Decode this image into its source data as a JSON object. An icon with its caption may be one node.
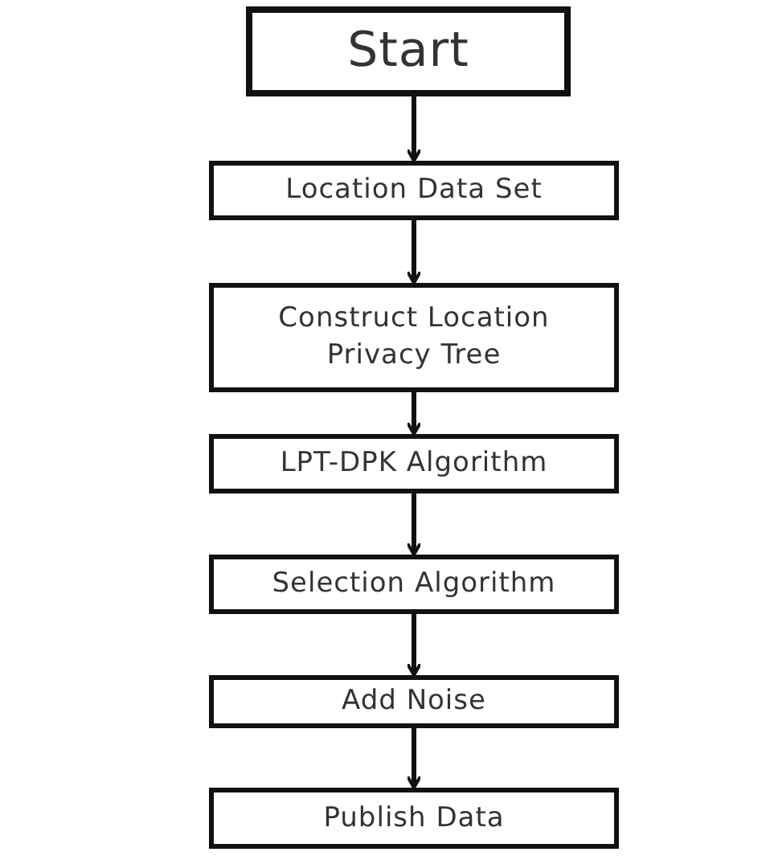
{
  "diagram": {
    "nodes": [
      {
        "text": [
          "Start"
        ]
      },
      {
        "text": [
          "Location Data Set"
        ]
      },
      {
        "text": [
          "Construct Location Privacy Tree"
        ]
      },
      {
        "text": [
          "LPT-DPK Algorithm"
        ]
      },
      {
        "text": [
          "Selection Algorithm"
        ]
      },
      {
        "text": [
          "Add Noise"
        ]
      },
      {
        "text": [
          "Publish Data"
        ]
      }
    ],
    "edges": [
      {
        "from": 0,
        "to": 1,
        "arrow": "to"
      },
      {
        "from": 1,
        "to": 2,
        "arrow": "to"
      },
      {
        "from": 2,
        "to": 3,
        "arrow": "to"
      },
      {
        "from": 3,
        "to": 4,
        "arrow": "to"
      },
      {
        "from": 4,
        "to": 5,
        "arrow": "to"
      },
      {
        "from": 5,
        "to": 6,
        "arrow": "to"
      }
    ]
  }
}
